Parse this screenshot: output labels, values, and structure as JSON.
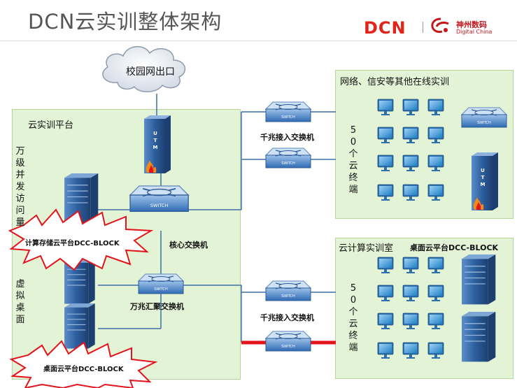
{
  "title": "DCN云实训整体架构",
  "brand": {
    "logo_text": "DCN",
    "partner_cn": "神州数码",
    "partner_en": "Digital China"
  },
  "cloud_label": "校园网出口",
  "left_zone": {
    "title": "云实训平台",
    "side_top": "万级并发访问量",
    "side_bottom": "虚拟桌面",
    "core_switch": "核心交换机",
    "agg_switch": "万兆汇聚交换机",
    "compute_platform": "计算存储云平台DCC-BLOCK",
    "desktop_platform": "桌面云平台DCC-BLOCK"
  },
  "access_switch_top": "千兆接入交换机",
  "access_switch_bottom": "千兆接入交换机",
  "net_zone": {
    "title": "网络、信安等其他在线实训",
    "terminals": "50个云终端"
  },
  "lab_zone": {
    "title": "云计算实训室",
    "platform": "桌面云平台DCC-BLOCK",
    "terminals": "50个云终端"
  },
  "icon_labels": {
    "switch": "SWITCH",
    "utm": "UTM"
  },
  "colors": {
    "zone_fill": "#e3f3d6",
    "zone_border": "#b5d59b",
    "link_blue": "#3f6fa8",
    "link_red": "#e3141b",
    "brand_red": "#e2231a"
  }
}
